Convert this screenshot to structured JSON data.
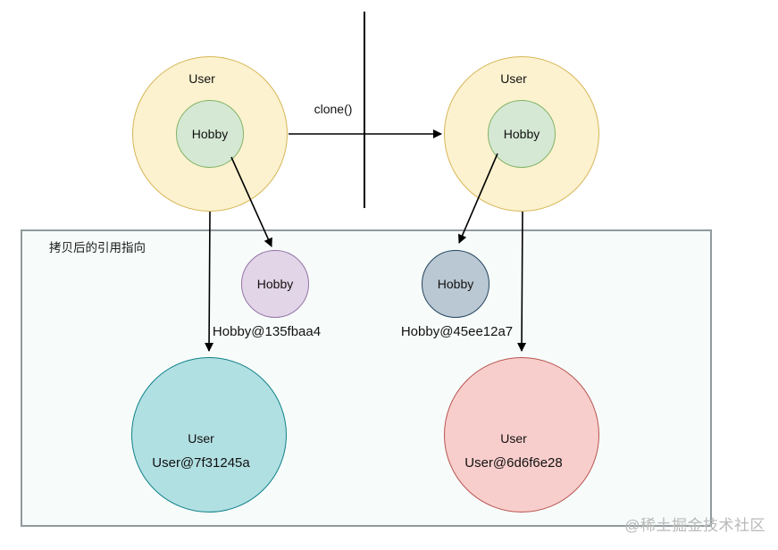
{
  "diagram": {
    "clone_label": "clone()",
    "box_label": "拷贝后的引用指向",
    "watermark": "@稀土掘金技术社区",
    "nodes": {
      "original_user": {
        "label": "User"
      },
      "original_user_hobby": {
        "label": "Hobby"
      },
      "cloned_user": {
        "label": "User"
      },
      "cloned_user_hobby": {
        "label": "Hobby"
      },
      "hobby_object_original": {
        "label": "Hobby",
        "address": "Hobby@135fbaa4"
      },
      "hobby_object_cloned": {
        "label": "Hobby",
        "address": "Hobby@45ee12a7"
      },
      "user_object_original": {
        "label": "User",
        "address": "User@7f31245a"
      },
      "user_object_cloned": {
        "label": "User",
        "address": "User@6d6f6e28"
      }
    },
    "colors": {
      "user_ring_fill": "#fcf2cf",
      "user_ring_stroke": "#d6b656",
      "hobby_inner_fill": "#d5e8d4",
      "hobby_inner_stroke": "#82b366",
      "hobby_copy_original_fill": "#e1d5e7",
      "hobby_copy_original_stroke": "#9673a6",
      "hobby_copy_cloned_fill": "#bac8d3",
      "hobby_copy_cloned_stroke": "#23445d",
      "user_copy_original_fill": "#b1e0e2",
      "user_copy_original_stroke": "#0e8088",
      "user_copy_cloned_fill": "#f8cecc",
      "user_copy_cloned_stroke": "#b85450",
      "reference_box_fill": "#f7fcfa",
      "reference_box_stroke": "#919a9c",
      "connector_stroke": "#000000",
      "watermark_color": "#b9b9b9"
    }
  }
}
